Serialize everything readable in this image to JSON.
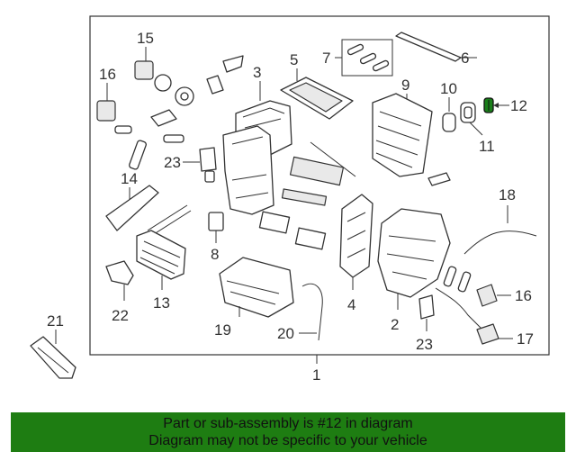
{
  "diagram": {
    "highlight_color": "#1a7f1a",
    "callouts": {
      "c1": "1",
      "c2": "2",
      "c3": "3",
      "c4": "4",
      "c5": "5",
      "c6": "6",
      "c7": "7",
      "c8": "8",
      "c9": "9",
      "c10": "10",
      "c11": "11",
      "c12": "12",
      "c13": "13",
      "c14": "14",
      "c15": "15",
      "c16a": "16",
      "c16b": "16",
      "c17": "17",
      "c18": "18",
      "c19": "19",
      "c20": "20",
      "c21": "21",
      "c22": "22",
      "c23a": "23",
      "c23b": "23"
    }
  },
  "banner": {
    "background": "#1e7d12",
    "line1": "Part or sub-assembly is #12 in diagram",
    "line2": "Diagram may not be specific to your vehicle"
  }
}
